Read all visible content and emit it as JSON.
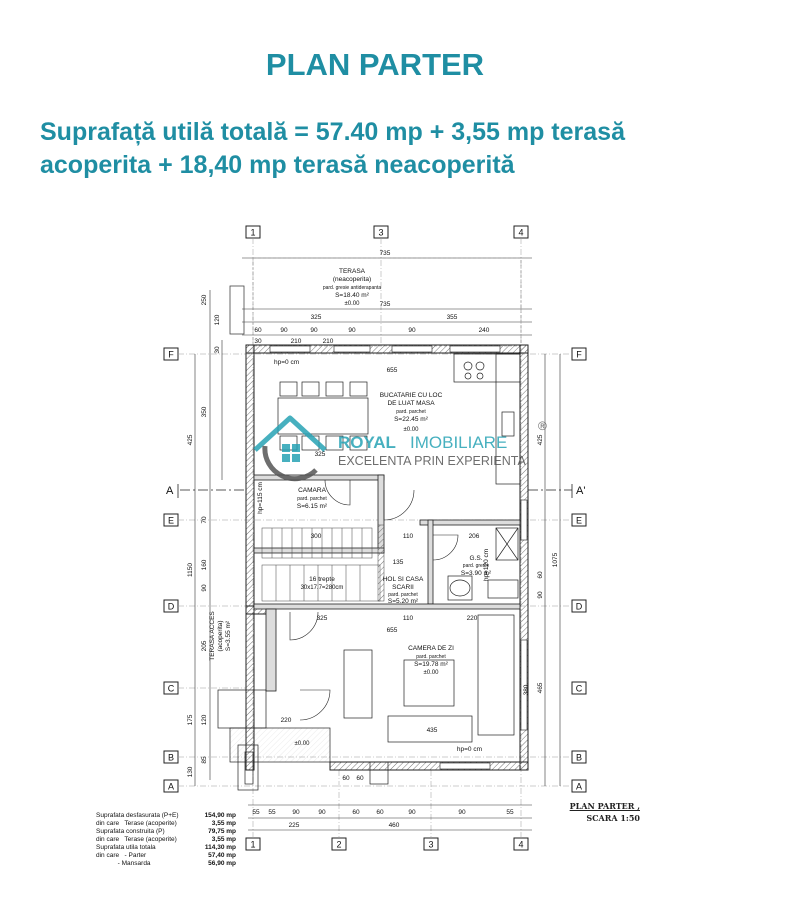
{
  "header": {
    "title": "PLAN PARTER",
    "subtitle_line1": "Suprafață utilă totală = 57.40 mp + 3,55 mp terasă",
    "subtitle_line2": "acoperita + 18,40 mp terasă neacoperită"
  },
  "axes": {
    "top": [
      "1",
      "3",
      "4"
    ],
    "bottom": [
      "1",
      "2",
      "3",
      "4"
    ],
    "left": [
      "F",
      "E",
      "D",
      "C",
      "B",
      "A"
    ],
    "right": [
      "F",
      "E",
      "D",
      "C",
      "B",
      "A"
    ],
    "section_left": "A",
    "section_right": "A'"
  },
  "dimensions": {
    "top_total": "735",
    "top_total_2": "735",
    "top_segments": [
      "325",
      "355"
    ],
    "top_detail": [
      "60",
      "90",
      "90",
      "90",
      "90",
      "240"
    ],
    "top_detail_2": [
      "30",
      "210",
      "210"
    ],
    "inner_655_top": "655",
    "inner_655_mid": "655",
    "inner_325": "325",
    "inner_300": "300",
    "inner_110_a": "110",
    "inner_135": "135",
    "inner_206": "206",
    "inner_325_b": "325",
    "inner_110_b": "110",
    "inner_220": "220",
    "inner_435": "435",
    "inner_220_b": "220",
    "inner_60": "60",
    "inner_60_b": "60",
    "left_dims": [
      "250",
      "425",
      "350",
      "1150",
      "205",
      "175",
      "130"
    ],
    "left_small": [
      "120",
      "30",
      "70",
      "160",
      "90",
      "120",
      "85"
    ],
    "right_dims": [
      "425",
      "1075",
      "465",
      "380",
      "60",
      "90"
    ],
    "bottom_total": "460",
    "bottom_left": "225",
    "bottom_segments": [
      "55",
      "55",
      "90",
      "90",
      "60",
      "60",
      "90",
      "90",
      "55"
    ],
    "hp_left": "hp=0 cm",
    "hp_bottom": "hp=0 cm",
    "hp_vertical": "hp=120 cm",
    "hp_left_2": "hp=115 cm"
  },
  "rooms": {
    "terasa_title": "TERASA",
    "terasa_sub": "(neacoperita)",
    "terasa_finish": "pard. gresie antiderapanta",
    "terasa_area": "S=18.40 m²",
    "terasa_level": "±0.00",
    "bucatarie_title": "BUCATARIE CU LOC",
    "bucatarie_title2": "DE LUAT MASA",
    "bucatarie_finish": "pard. parchet",
    "bucatarie_area": "S=22.45 m²",
    "bucatarie_level": "±0.00",
    "camara_title": "CAMARA",
    "camara_finish": "pard. parchet",
    "camara_area": "S=6.15 m²",
    "gs_title": "G.S.",
    "gs_finish": "pard. gresie",
    "gs_area": "S=3.90 m²",
    "hol_title": "HOL SI CASA",
    "hol_title2": "SCARII",
    "hol_finish": "pard. parchet",
    "hol_area": "S=5.20 m²",
    "trepte": "16 trepte",
    "trepte_dim": "30x17.7=280cm",
    "camera_title": "CAMERA DE ZI",
    "camera_finish": "pard. parchet",
    "camera_area": "S=19.78 m²",
    "camera_level": "±0.00",
    "terasa_acces_title": "TERASA ACCES",
    "terasa_acces_sub": "(acoperita)",
    "terasa_acces_area": "S=3.55 m²",
    "entry_level": "±0.00"
  },
  "watermark": {
    "brand_a": "ROYAL",
    "brand_b": "IMOBILIARE",
    "tagline": "EXCELENTA PRIN EXPERIENTA",
    "registered": "®",
    "brand_color": "#27a3b5"
  },
  "legend": {
    "rows": [
      {
        "label": "Suprafata desfasurata (P+E)",
        "value": "154,90 mp"
      },
      {
        "label": "din care   Terase (acoperite)",
        "value": "3,55 mp"
      },
      {
        "label": "Suprafata construita (P)",
        "value": "79,75 mp"
      },
      {
        "label": "din care   Terase (acoperite)",
        "value": "3,55 mp"
      },
      {
        "label": "Suprafata utila totala",
        "value": "114,30 mp"
      },
      {
        "label": "din care   - Parter",
        "value": "57,40 mp"
      },
      {
        "label": "            - Mansarda",
        "value": "56,90 mp"
      }
    ]
  },
  "scale": {
    "line1": "PLAN PARTER ,",
    "line2": "SCARA 1:50"
  }
}
